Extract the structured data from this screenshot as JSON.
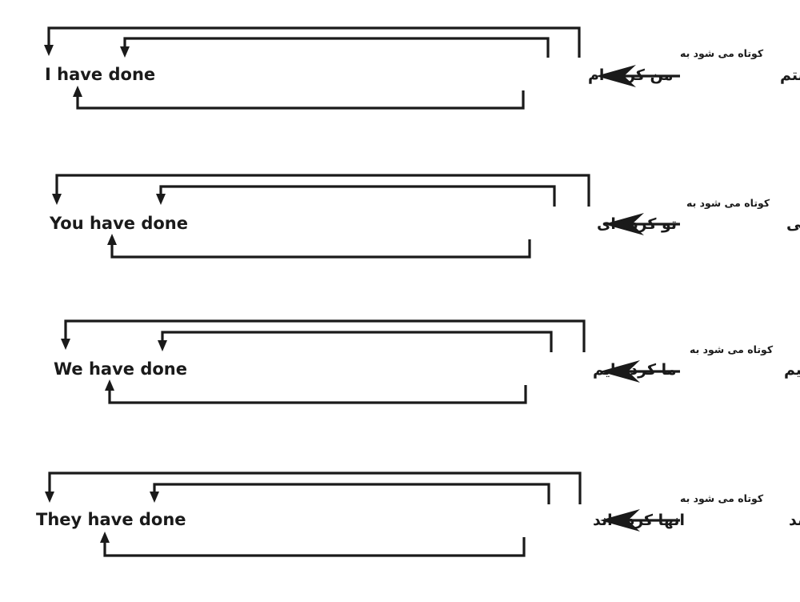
{
  "rows": [
    {
      "english": "I have done",
      "persian_short": "من کرده ام",
      "persian_full": "من کرده استم",
      "caption": "کوتاه می شود به"
    },
    {
      "english": "You have done",
      "persian_short": "تو کرده ای",
      "persian_full": "تو کرده استی",
      "caption": "کوتاه می شود به"
    },
    {
      "english": "We have done",
      "persian_short": "ما کرده ایم",
      "persian_full": "ما کرده استیم",
      "caption": "کوتاه می شود به"
    },
    {
      "english": "They have done",
      "persian_short": "انها کرده اند",
      "persian_full": "انها کرده استند",
      "caption": "کوتاه می شود به"
    }
  ]
}
